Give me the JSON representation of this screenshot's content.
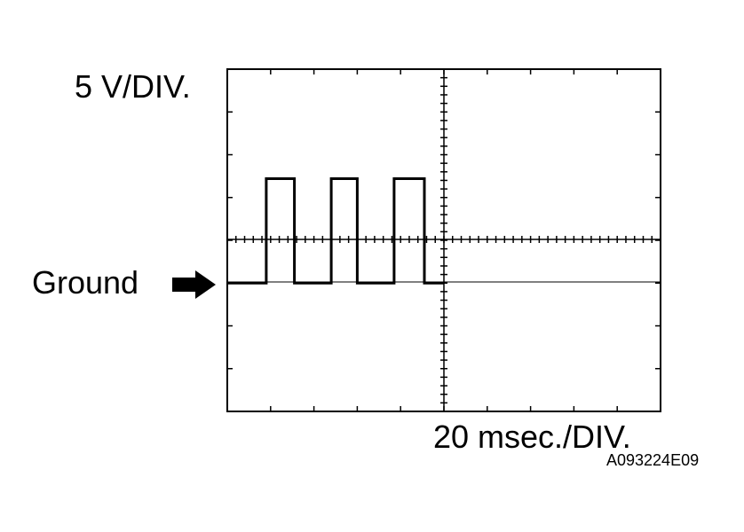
{
  "chart_data": {
    "type": "line",
    "title": "",
    "ylabel": "5 V/DIV.",
    "xlabel": "20 msec./DIV.",
    "x_unit": "msec",
    "y_unit": "V",
    "xlim": [
      0,
      200
    ],
    "ylim": [
      -15,
      25
    ],
    "grid": false,
    "ground_label": "Ground",
    "ground_level": 0,
    "series": [
      {
        "x": [
          0,
          18,
          18,
          31,
          31,
          48,
          48,
          60,
          60,
          77,
          77,
          91,
          91,
          100
        ],
        "y": [
          0,
          0,
          12.2,
          12.2,
          0,
          0,
          12.2,
          12.2,
          0,
          0,
          12.2,
          12.2,
          0,
          0
        ]
      }
    ]
  },
  "figure_id": "A093224E09"
}
